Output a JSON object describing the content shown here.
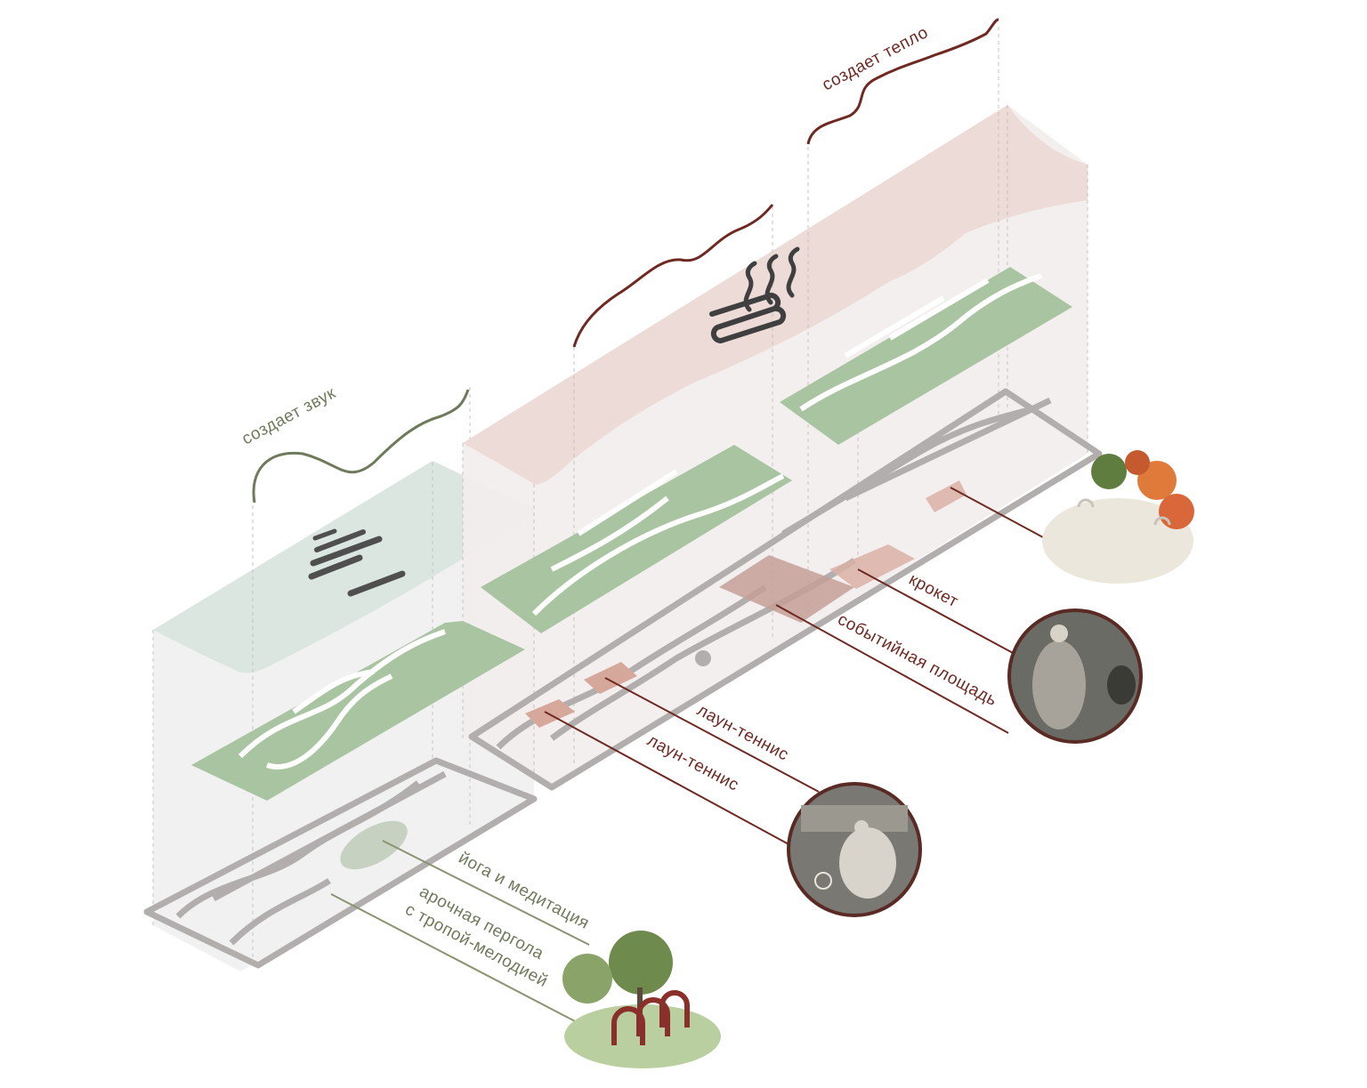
{
  "labels": {
    "sound": "создает звук",
    "warmth": "создает тепло",
    "yoga": "йога и медитация",
    "pergola_line1": "арочная пергола",
    "pergola_line2": "с тропой-мелодией",
    "croquet": "крокет",
    "event_square": "событийная площадь",
    "lawn_tennis_1": "лаун-теннис",
    "lawn_tennis_2": "лаун-теннис"
  },
  "icons": {
    "sound": "sound-bars-icon",
    "heat": "heat-waves-icon"
  },
  "colors": {
    "green_accent": "#6f7a5a",
    "red_accent": "#6e2a22",
    "lawn_green": "#a9c4a0",
    "sound_volume": "#dbe6e1",
    "heat_volume": "#ecdbd7",
    "paths_gray": "#b3aeae"
  }
}
